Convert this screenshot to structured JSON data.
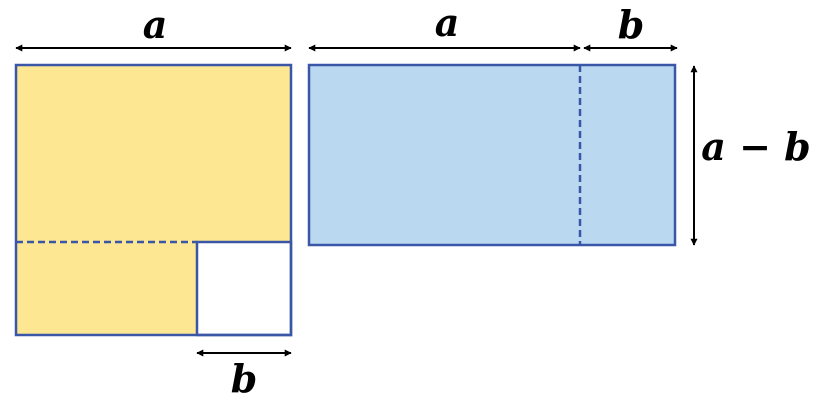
{
  "labels": {
    "left_top_width": "a",
    "left_bottom_cut": "b",
    "right_top_width": "a",
    "right_top_extra": "b",
    "right_side_height": "a − b"
  },
  "colors": {
    "yellow": "#FDE793",
    "blue": "#BBD8F1",
    "border": "#3A57A7",
    "cutout": "#FFFFFF",
    "arrow": "#000000"
  }
}
